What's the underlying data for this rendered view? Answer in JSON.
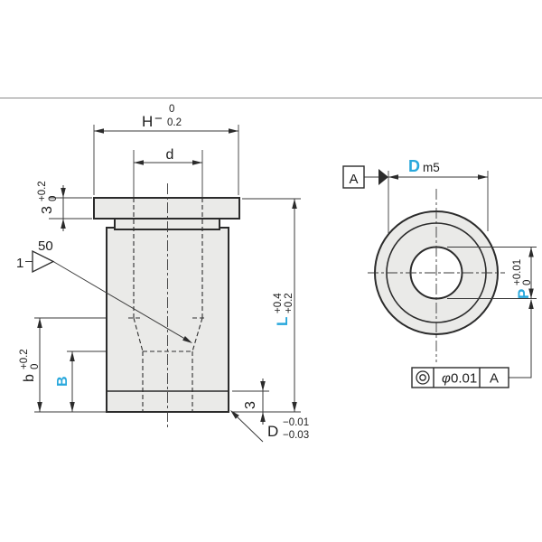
{
  "colors": {
    "accent": "#29A8DC",
    "line": "#2b2b2b",
    "part_fill": "#EAEAE8"
  },
  "front_view": {
    "dim_h": {
      "letter": "H",
      "dash": "−",
      "upper": "0",
      "lower": "0.2"
    },
    "dim_d": {
      "letter": "d"
    },
    "dim_flange_thickness": {
      "value": "3",
      "upper": "+0.2",
      "lower": "0"
    },
    "chamfer_note": {
      "size": "1",
      "angle": "50"
    },
    "dim_length": {
      "letter": "L",
      "upper": "+0.4",
      "lower": "+0.2"
    },
    "dim_b": {
      "letter": "b",
      "upper": "+0.2",
      "lower": "0"
    },
    "dim_B": {
      "letter": "B"
    },
    "dim_base_thickness": {
      "value": "3"
    },
    "dim_shaft": {
      "letter": "D",
      "upper": "−0.01",
      "lower": "−0.03"
    }
  },
  "side_view": {
    "dim_fit": {
      "letter": "D",
      "fit": "m5"
    },
    "dim_pilot": {
      "letter": "P",
      "upper": "+0.01",
      "lower": "0"
    },
    "datum_label": "A",
    "tolerance_frame": {
      "phi": "φ",
      "value": "0.01",
      "datum": "A"
    }
  }
}
